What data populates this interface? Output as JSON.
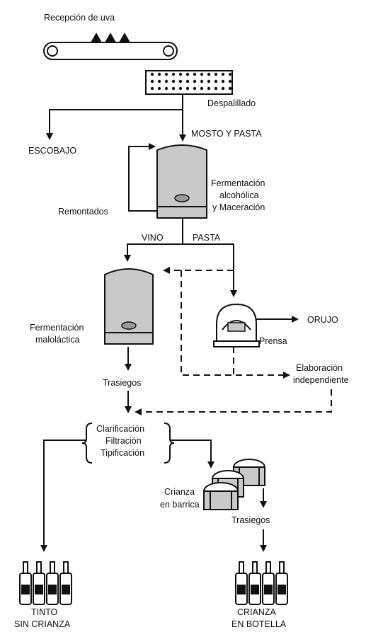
{
  "labels": {
    "reception": "Recepción de uva",
    "destemming": "Despalillado",
    "stems": "ESCOBAJO",
    "must_paste": "MOSTO Y PASTA",
    "ferm_alc_1": "Fermentación",
    "ferm_alc_2": "alcohólica",
    "ferm_alc_3": "y Maceración",
    "pumping": "Remontados",
    "wine": "VINO",
    "paste": "PASTA",
    "malo_1": "Fermentación",
    "malo_2": "maloláctica",
    "press": "Prensa",
    "pomace": "ORUJO",
    "indep_1": "Elaboración",
    "indep_2": "independiente",
    "racking_1": "Trasiegos",
    "clarif": "Clarificación",
    "filtr": "Filtración",
    "tipif": "Tipificación",
    "barrel_1": "Crianza",
    "barrel_2": "en barrica",
    "racking_2": "Trasiegos",
    "young_1": "TINTO",
    "young_2": "SIN CRIANZA",
    "aged_1": "CRIANZA",
    "aged_2": "EN BOTELLA"
  },
  "colors": {
    "ink": "#111111",
    "tank_fill": "#c9c9c9",
    "tank_dark": "#9a9a9a"
  }
}
